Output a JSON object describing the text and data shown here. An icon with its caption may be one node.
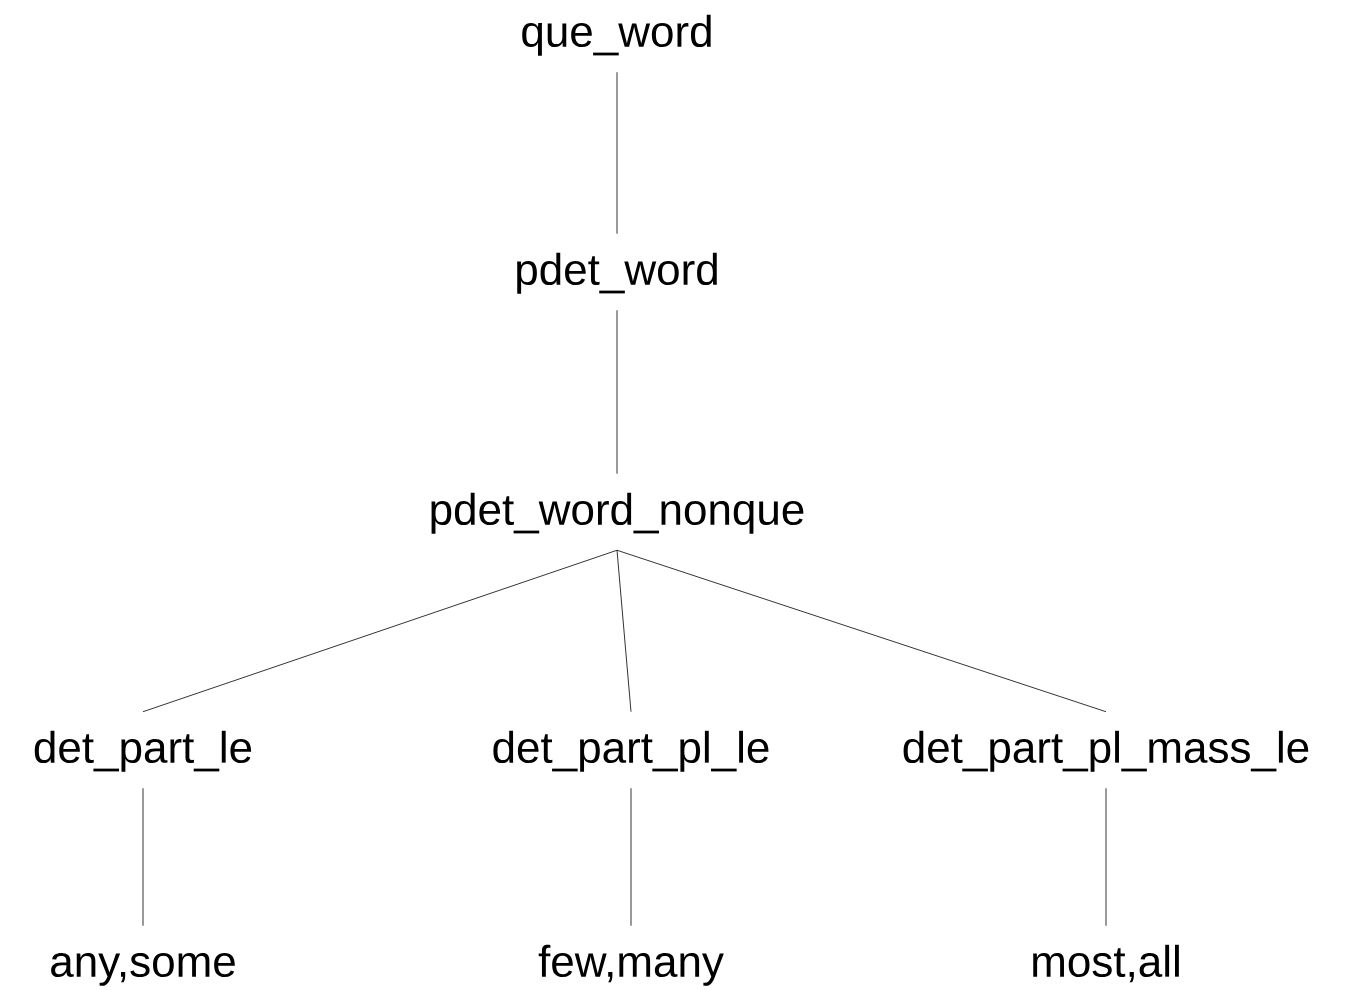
{
  "diagram": {
    "nodes": [
      {
        "text": [
          "que_word"
        ]
      },
      {
        "text": [
          "pdet_word"
        ]
      },
      {
        "text": [
          "pdet_word_nonque"
        ]
      },
      {
        "text": [
          "det_part_le"
        ]
      },
      {
        "text": [
          "det_part_pl_le"
        ]
      },
      {
        "text": [
          "det_part_pl_mass_le"
        ]
      },
      {
        "text": [
          "any,some"
        ]
      },
      {
        "text": [
          "few,many"
        ]
      },
      {
        "text": [
          "most,all"
        ]
      }
    ],
    "edges": [
      {
        "from": 0,
        "to": 1,
        "arrow": "none"
      },
      {
        "from": 1,
        "to": 2,
        "arrow": "none"
      },
      {
        "from": 2,
        "to": 3,
        "arrow": "none"
      },
      {
        "from": 2,
        "to": 4,
        "arrow": "none"
      },
      {
        "from": 2,
        "to": 5,
        "arrow": "none"
      },
      {
        "from": 3,
        "to": 6,
        "arrow": "none"
      },
      {
        "from": 4,
        "to": 7,
        "arrow": "none"
      },
      {
        "from": 5,
        "to": 8,
        "arrow": "none"
      }
    ]
  }
}
